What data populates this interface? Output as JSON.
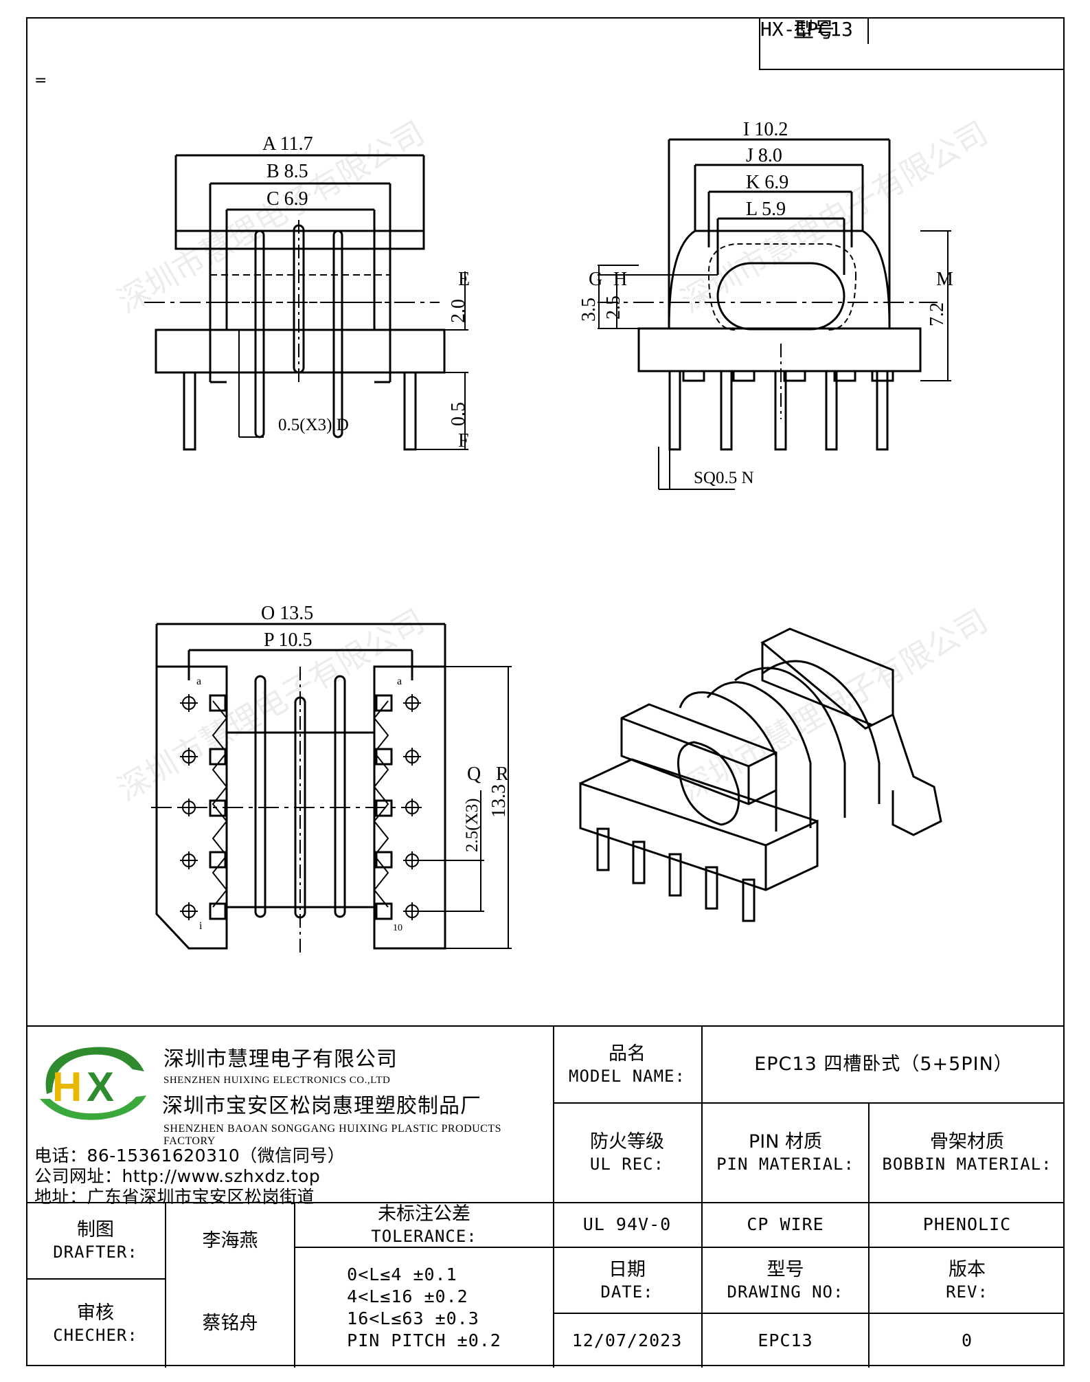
{
  "header": {
    "model_label": "型号",
    "model_value": "HX-EPC13",
    "equals_mark": "="
  },
  "dims": {
    "A": "A 11.7",
    "B": "B 8.5",
    "C": "C 6.9",
    "E": "E",
    "E_val": "2.0",
    "F": "F",
    "F_val": "0.5",
    "D": "0.5(X3) D",
    "I": "I 10.2",
    "J": "J 8.0",
    "K": "K 6.9",
    "L": "L 5.9",
    "G": "G",
    "G_val": "3.5",
    "H": "H",
    "H_val": "2.5",
    "M": "M",
    "M_val": "7.2",
    "N": "SQ0.5 N",
    "O": "O 13.5",
    "P": "P 10.5",
    "Q": "Q",
    "Q_val": "2.5(X3)",
    "R": "R",
    "R_val": "13.3",
    "pin_a_left": "a",
    "pin_a_right": "a",
    "pin_1": "i",
    "pin_10": "10"
  },
  "watermark": "深圳市慧理电子有限公司",
  "company": {
    "name_cn": "深圳市慧理电子有限公司",
    "name_en": "SHENZHEN HUIXING ELECTRONICS CO.,LTD",
    "factory_cn": "深圳市宝安区松岗惠理塑胶制品厂",
    "factory_en": "SHENZHEN BAOAN SONGGANG HUIXING PLASTIC PRODUCTS FACTORY",
    "phone": "电话：86-15361620310（微信同号）",
    "website": "公司网址：http://www.szhxdz.top",
    "address": "地址：广东省深圳市宝安区松岗街道",
    "logo_text": "HX"
  },
  "title_block": {
    "model_name_cn": "品名",
    "model_name_en": "MODEL NAME:",
    "model_name_value": "EPC13 四槽卧式（5+5PIN）",
    "ul_cn": "防火等级",
    "ul_en": "UL REC:",
    "pin_cn": "PIN 材质",
    "pin_en": "PIN MATERIAL:",
    "bobbin_cn": "骨架材质",
    "bobbin_en": "BOBBIN MATERIAL:",
    "ul_value": "UL 94V-0",
    "pin_value": "CP WIRE",
    "bobbin_value": "PHENOLIC",
    "drafter_cn": "制图",
    "drafter_en": "DRAFTER:",
    "drafter_name": "李海燕",
    "checker_cn": "审核",
    "checker_en": "CHECHER:",
    "checker_name": "蔡铭舟",
    "tolerance_cn": "未标注公差",
    "tolerance_en": "TOLERANCE:",
    "tolerance_lines": [
      "0<L≤4  ±0.1",
      "4<L≤16 ±0.2",
      "16<L≤63 ±0.3",
      "PIN PITCH ±0.2"
    ],
    "date_cn": "日期",
    "date_en": "DATE:",
    "date_value": "12/07/2023",
    "drawing_no_cn": "型号",
    "drawing_no_en": "DRAWING NO:",
    "drawing_no_value": "EPC13",
    "rev_cn": "版本",
    "rev_en": "REV:",
    "rev_value": "0"
  }
}
